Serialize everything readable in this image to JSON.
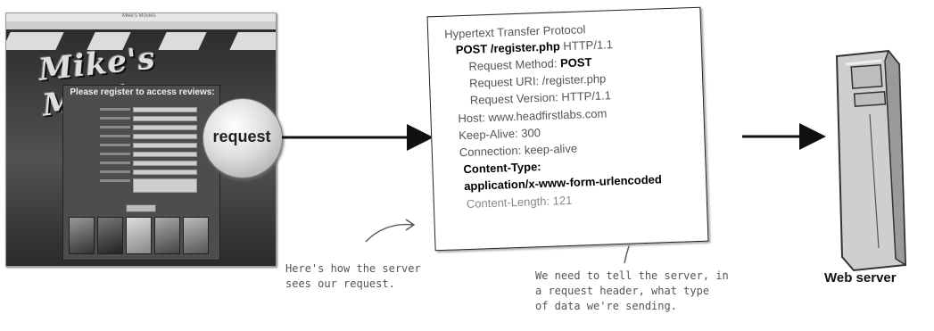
{
  "browser": {
    "window_title": "Mike's Movies",
    "logo": "Mike's Movies",
    "panel_title": "Please register to access reviews:"
  },
  "request_bubble": {
    "label": "request"
  },
  "http_request": {
    "protocol": "Hypertext Transfer Protocol",
    "request_line_bold": "POST /register.php",
    "request_line_version": " HTTP/1.1",
    "method_label": "Request Method: ",
    "method_value": "POST",
    "uri": "Request URI: /register.php",
    "version": "Request Version: HTTP/1.1",
    "host": "Host: www.headfirstlabs.com",
    "keep_alive": "Keep-Alive: 300",
    "connection": "Connection: keep-alive",
    "content_type_label": "Content-Type:",
    "content_type_value": "application/x-www-form-urlencoded",
    "content_length": "Content-Length: 121"
  },
  "notes": {
    "left_line1": "Here's how the server",
    "left_line2": "sees our request.",
    "right_line1": "We need to tell the server, in",
    "right_line2": "a request header, what type",
    "right_line3": "of data we're sending."
  },
  "server": {
    "label": "Web server"
  }
}
